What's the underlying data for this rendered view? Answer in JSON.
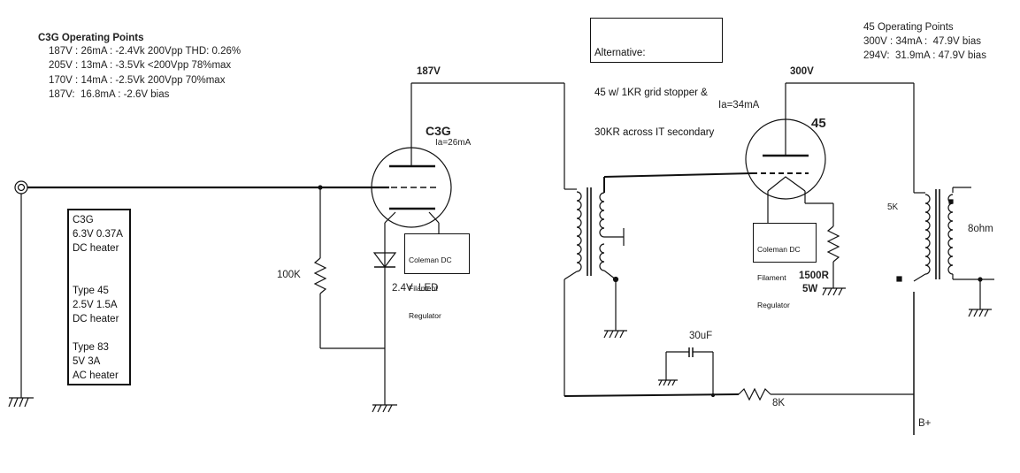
{
  "c3g_operating_points": {
    "title": "C3G Operating Points",
    "lines": [
      "187V : 26mA : -2.4Vk 200Vpp THD: 0.26%",
      "205V : 13mA : -3.5Vk <200Vpp 78%max",
      "170V : 14mA : -2.5Vk 200Vpp 70%max",
      "187V:  16.8mA : -2.6V bias"
    ]
  },
  "alternative": {
    "lines": [
      "Alternative:",
      "45 w/ 1KR grid stopper &",
      "30KR across IT secondary"
    ]
  },
  "type45_operating_points": {
    "title": "45 Operating Points",
    "lines": [
      "300V : 34mA :  47.9V bias",
      "294V:  31.9mA : 47.9V bias"
    ]
  },
  "heater_box": {
    "lines": [
      "C3G",
      "6.3V 0.37A",
      "DC heater",
      "Type 45",
      "2.5V 1.5A",
      "DC heater",
      "Type 83",
      "5V 3A",
      "AC heater"
    ]
  },
  "labels": {
    "v187": "187V",
    "v300": "300V",
    "c3g_tube": "C3G",
    "c3g_current": "Ia=26mA",
    "t45_current": "Ia=34mA",
    "t45_tube": "45",
    "r100k": "100K",
    "led": "2.4V  LED",
    "r1500": "1500R",
    "r1500_w": "5W",
    "cap": "30uF",
    "r8k": "8K",
    "ot_5k": "5K",
    "ohm8": "8ohm",
    "bplus": "B+"
  },
  "regulators": {
    "c3g": [
      "Coleman DC",
      "Filament",
      "Regulator"
    ],
    "t45": [
      "Coleman DC",
      "Filament",
      "Regulator"
    ]
  }
}
